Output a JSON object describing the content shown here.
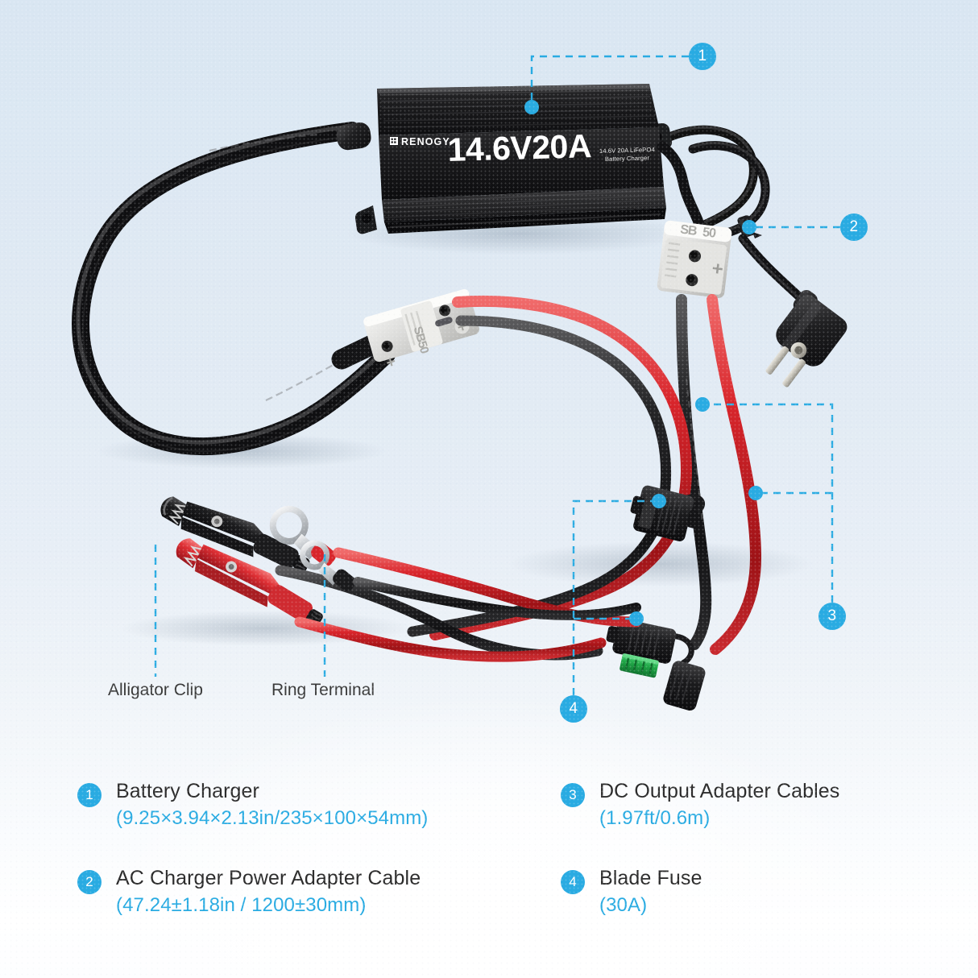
{
  "product": {
    "brand": "RENOGY",
    "model_text": "14.6V20A",
    "spec_line_1": "14.6V 20A LiFePO4",
    "spec_line_2": "Battery Charger"
  },
  "colors": {
    "accent": "#29ABE2",
    "title_text": "#2b2b2b",
    "sub_text": "#29ABE2",
    "cable_red": "#d8252b",
    "cable_black": "#1a1a1a",
    "connector_gray": "#d8d8d6",
    "fuse_green": "#21a94a",
    "background_top": "#d9e6f2",
    "background_bottom": "#ffffff"
  },
  "callouts": [
    {
      "number": "1",
      "target": "battery-charger"
    },
    {
      "number": "2",
      "target": "ac-charger-power-adapter-cable"
    },
    {
      "number": "3",
      "target": "dc-output-adapter-cables"
    },
    {
      "number": "4",
      "target": "blade-fuse"
    }
  ],
  "part_labels": [
    {
      "name": "alligator-clip",
      "text": "Alligator Clip"
    },
    {
      "name": "ring-terminal",
      "text": "Ring Terminal"
    }
  ],
  "legend": [
    {
      "number": "1",
      "title": "Battery Charger",
      "sub": "(9.25×3.94×2.13in/235×100×54mm)"
    },
    {
      "number": "2",
      "title": "AC Charger Power Adapter Cable",
      "sub": "(47.24±1.18in / 1200±30mm)"
    },
    {
      "number": "3",
      "title": "DC Output Adapter Cables",
      "sub": "(1.97ft/0.6m)"
    },
    {
      "number": "4",
      "title": "Blade Fuse",
      "sub": "(30A)"
    }
  ]
}
